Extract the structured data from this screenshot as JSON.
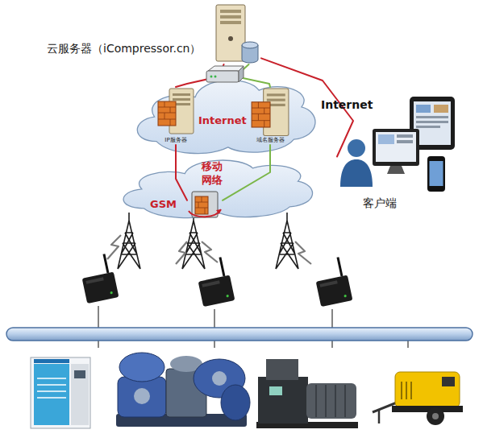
{
  "diagram": {
    "nodes": [
      {
        "text": [
          "云服务器（iCompressor.cn）"
        ]
      },
      {
        "text": [
          "Internet"
        ]
      },
      {
        "text": [
          "IP服务器"
        ],
        "in": 1
      },
      {
        "text": [
          "域名服务器"
        ],
        "in": 1
      },
      {
        "text": [
          "移动 网络"
        ]
      },
      {
        "text": [
          "GSM"
        ],
        "in": 4
      },
      {
        "text": [
          "客户端"
        ]
      }
    ],
    "edges": [
      {
        "from": 0,
        "to": 2,
        "arrow": "none"
      },
      {
        "from": 2,
        "to": 5,
        "arrow": "none"
      },
      {
        "from": 0,
        "to": 3,
        "arrow": "none"
      },
      {
        "from": 3,
        "to": 5,
        "arrow": "none"
      },
      {
        "from": 0,
        "to": 6,
        "arrow": "none",
        "label": "Internet"
      }
    ]
  }
}
